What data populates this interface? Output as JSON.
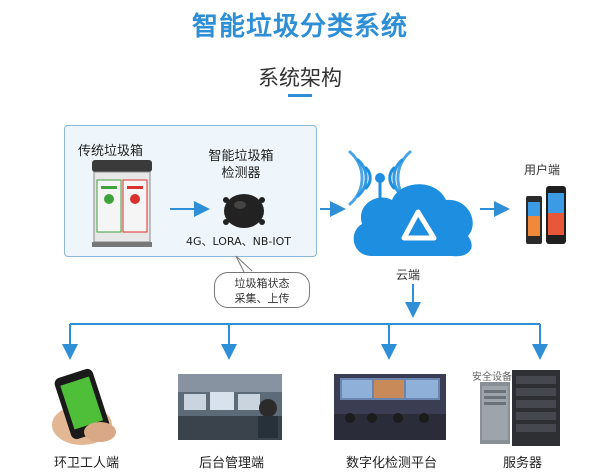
{
  "title": "智能垃圾分类系统",
  "subtitle": "系统架构",
  "nodes": {
    "traditional_bin": "传统垃圾箱",
    "detector": "智能垃圾箱检测器",
    "protocols": "4G、LORA、NB-IOT",
    "status_bubble_line1": "垃圾箱状态",
    "status_bubble_line2": "采集、上传",
    "cloud": "云端",
    "user": "用户端",
    "sanitation_worker": "环卫工人端",
    "backend": "后台管理端",
    "monitor_platform": "数字化检测平台",
    "security_device": "安全设备",
    "server": "服务器"
  },
  "colors": {
    "accent": "#2e8fd6",
    "cloud": "#1e8ee0",
    "bin_green": "#3da33a",
    "bin_red": "#d9322c",
    "arrow": "#2e8fd6"
  },
  "icons": [
    "wifi-signal-icon",
    "cloud-drive-icon",
    "smartphone-icon",
    "server-icon"
  ]
}
